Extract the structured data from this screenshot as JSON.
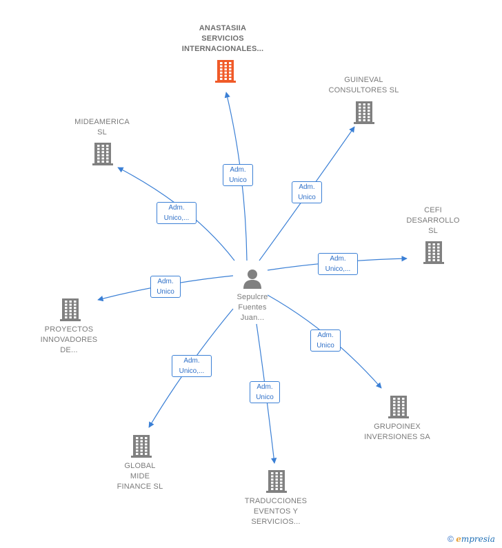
{
  "center": {
    "name_lines": [
      "Sepulcre",
      "Fuentes",
      "Juan..."
    ],
    "icon": "person-icon"
  },
  "companies": [
    {
      "id": "anastasiia",
      "lines": [
        "ANASTASIIA",
        "SERVICIOS",
        "INTERNACIONALES..."
      ],
      "icon": "building-icon",
      "highlight": true,
      "role": "Adm. Unico"
    },
    {
      "id": "guineval",
      "lines": [
        "GUINEVAL",
        "CONSULTORES SL"
      ],
      "icon": "building-icon",
      "role": "Adm. Unico"
    },
    {
      "id": "mideamerica",
      "lines": [
        "MIDEAMERICA",
        "SL"
      ],
      "icon": "building-icon",
      "role": "Adm. Unico,..."
    },
    {
      "id": "cefi",
      "lines": [
        "CEFI",
        "DESARROLLO",
        "SL"
      ],
      "icon": "building-icon",
      "role": "Adm. Unico,..."
    },
    {
      "id": "proyectos",
      "lines": [
        "PROYECTOS",
        "INNOVADORES",
        "DE..."
      ],
      "icon": "building-icon",
      "role": "Adm. Unico"
    },
    {
      "id": "grupoinex",
      "lines": [
        "GRUPOINEX",
        "INVERSIONES SA"
      ],
      "icon": "building-icon",
      "role": "Adm. Unico"
    },
    {
      "id": "global",
      "lines": [
        "GLOBAL",
        "MIDE",
        "FINANCE  SL"
      ],
      "icon": "building-icon",
      "role": "Adm. Unico,..."
    },
    {
      "id": "traducciones",
      "lines": [
        "TRADUCCIONES",
        "EVENTOS Y",
        "SERVICIOS..."
      ],
      "icon": "building-icon",
      "role": "Adm. Unico"
    }
  ],
  "edge_labels": {
    "anastasiia": [
      "Adm.",
      "Unico"
    ],
    "guineval": [
      "Adm.",
      "Unico"
    ],
    "mideamerica": [
      "Adm.",
      "Unico,..."
    ],
    "cefi": [
      "Adm.",
      "Unico,..."
    ],
    "proyectos": [
      "Adm.",
      "Unico"
    ],
    "grupoinex": [
      "Adm.",
      "Unico"
    ],
    "global": [
      "Adm.",
      "Unico,..."
    ],
    "traducciones": [
      "Adm.",
      "Unico"
    ]
  },
  "colors": {
    "edge": "#3a7fd5",
    "building": "#808080",
    "building_highlight": "#f05a28",
    "person": "#808080"
  },
  "footer": {
    "copyright": "©",
    "brand_initial": "e",
    "brand_rest": "mpresia"
  }
}
